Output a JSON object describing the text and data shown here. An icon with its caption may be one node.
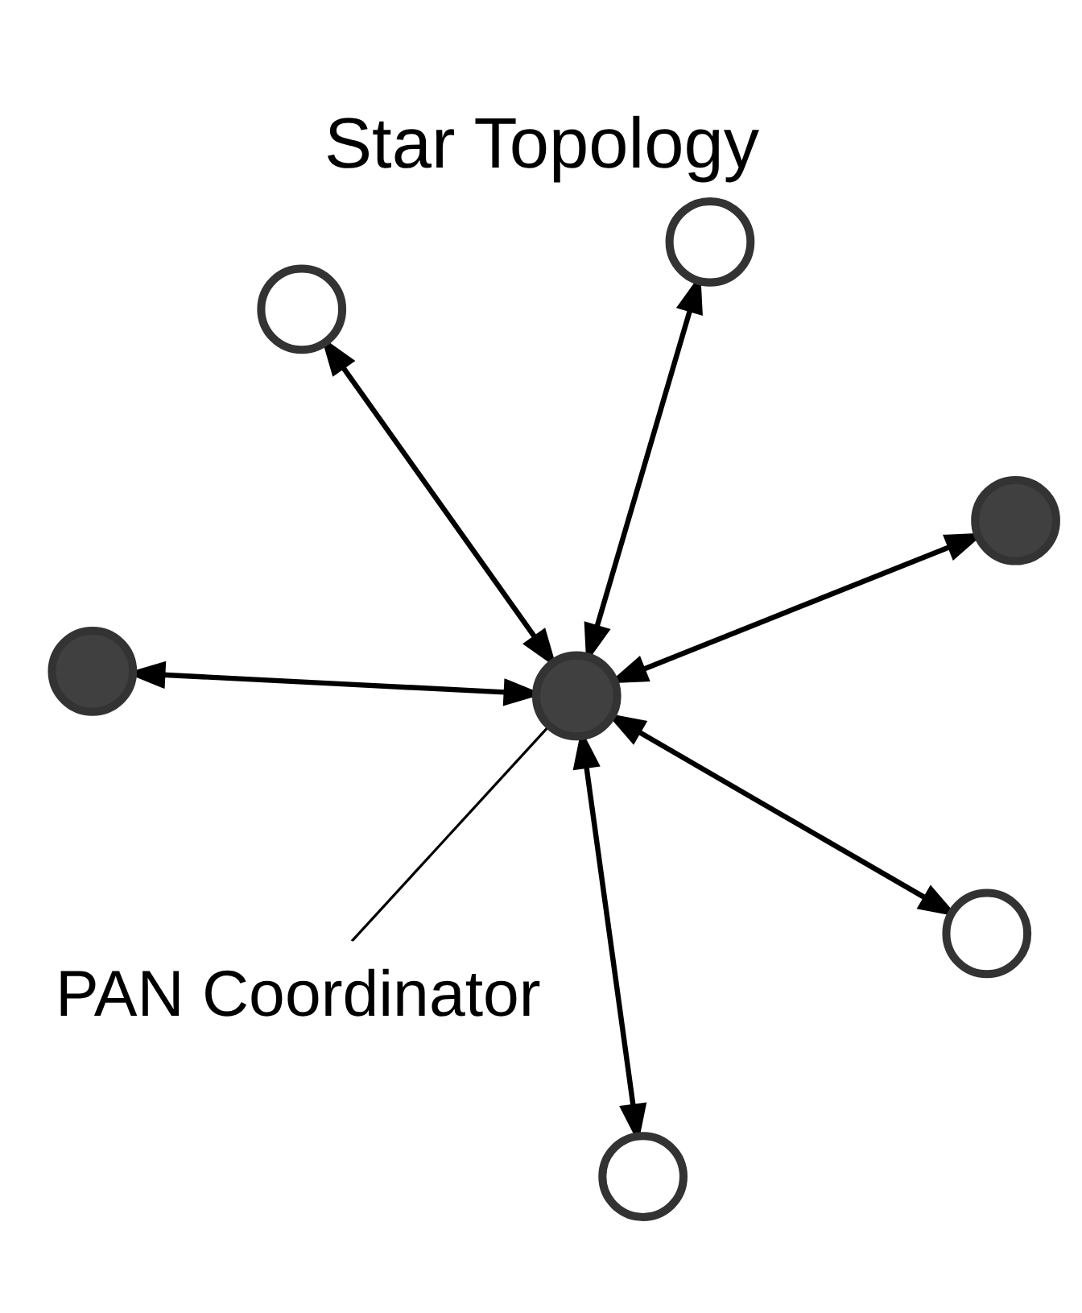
{
  "diagram": {
    "title": "Star Topology",
    "nodes": [
      {
        "text": [],
        "shape": "circle"
      },
      {
        "text": [],
        "shape": "circle"
      },
      {
        "text": [],
        "shape": "circle"
      },
      {
        "text": [],
        "shape": "circle"
      },
      {
        "text": [],
        "shape": "circle"
      },
      {
        "text": [],
        "shape": "circle"
      },
      {
        "text": [
          "PAN Coordinator"
        ]
      },
      {
        "text": [],
        "shape": "circle"
      }
    ],
    "edges": [
      {
        "from": 3,
        "to": 0,
        "arrow": "both"
      },
      {
        "from": 3,
        "to": 2,
        "arrow": "both"
      },
      {
        "from": 3,
        "to": 1,
        "arrow": "both"
      },
      {
        "from": 3,
        "to": 4,
        "arrow": "both"
      },
      {
        "from": 3,
        "to": 5,
        "arrow": "both"
      },
      {
        "from": 3,
        "to": 7,
        "arrow": "both"
      },
      {
        "from": 6,
        "to": 3,
        "arrow": "none"
      }
    ]
  }
}
